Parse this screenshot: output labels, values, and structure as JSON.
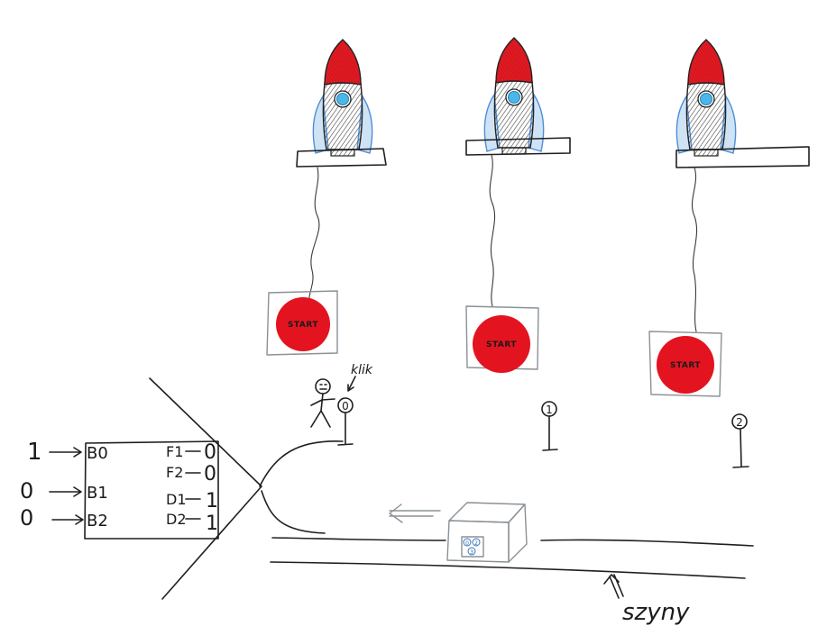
{
  "colors": {
    "ink": "#1f1f1f",
    "button_red": "#e3141f",
    "rocket_nose": "#e01a22",
    "rocket_window": "#49b8e8",
    "rocket_fin": "#4d8fd8",
    "box_grey": "#8a9196"
  },
  "start_buttons": [
    {
      "label": "START"
    },
    {
      "label": "START"
    },
    {
      "label": "START"
    }
  ],
  "lamps": [
    {
      "label": "0"
    },
    {
      "label": "1"
    },
    {
      "label": "2"
    }
  ],
  "click_annotation": "klik",
  "decoder": {
    "inputs": [
      {
        "value": "1",
        "pin": "B0"
      },
      {
        "value": "0",
        "pin": "B1"
      },
      {
        "value": "0",
        "pin": "B2"
      }
    ],
    "outputs": [
      {
        "pin": "F1",
        "value": "0"
      },
      {
        "pin": "F2",
        "value": "0"
      },
      {
        "pin": "D1",
        "value": "1"
      },
      {
        "pin": "D2",
        "value": "1"
      }
    ]
  },
  "cart": {
    "digits": [
      "0",
      "2",
      "3"
    ]
  },
  "rails_label": "szyny",
  "icons": [
    "rocket-icon",
    "stick-figure-icon",
    "arrow-left-icon",
    "arrow-up-icon"
  ]
}
